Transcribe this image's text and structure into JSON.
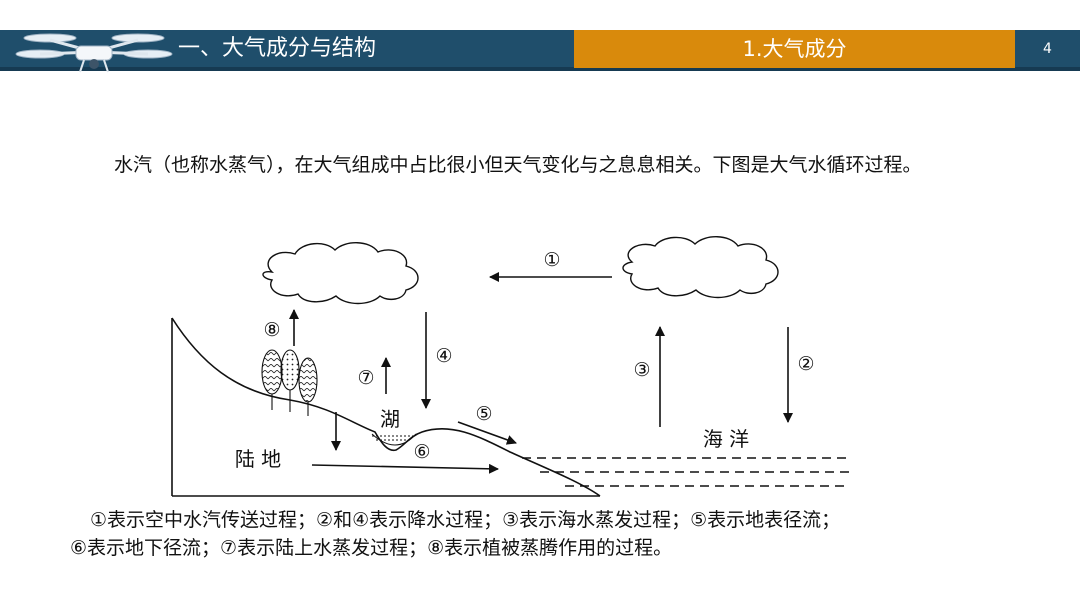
{
  "header": {
    "section_title": "一、大气成分与结构",
    "topic": "1.大气成分",
    "page_number": "4"
  },
  "intro_text": "水汽（也称水蒸气），在大气组成中占比很小但天气变化与之息息相关。下图是大气水循环过程。",
  "diagram": {
    "labels": {
      "land": "陆 地",
      "lake": "湖",
      "ocean": "海 洋"
    },
    "markers": [
      "①",
      "②",
      "③",
      "④",
      "⑤",
      "⑥",
      "⑦",
      "⑧"
    ]
  },
  "caption": {
    "line1": "①表示空中水汽传送过程；②和④表示降水过程；③表示海水蒸发过程；⑤表示地表径流；",
    "line2": "⑥表示地下径流；⑦表示陆上水蒸发过程；⑧表示植被蒸腾作用的过程。"
  },
  "colors": {
    "header_band": "#1f4e6b",
    "header_accent": "#d98a0c",
    "text": "#111111"
  }
}
